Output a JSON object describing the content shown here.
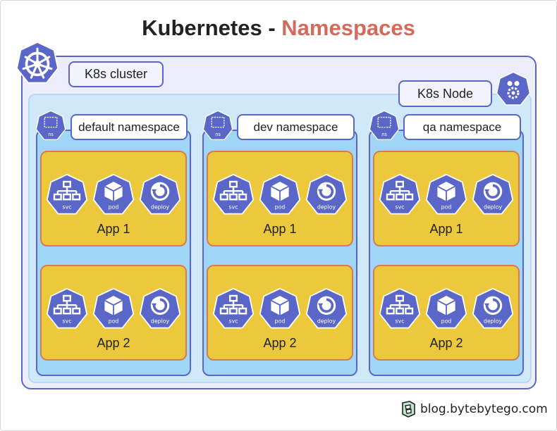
{
  "title": {
    "prefix": "Kubernetes -",
    "accent": "Namespaces"
  },
  "cluster": {
    "label": "K8s cluster",
    "icon": "helm-wheel-icon"
  },
  "node": {
    "label": "K8s Node",
    "icon": "node-gear-icon"
  },
  "namespaces": [
    {
      "label": "default namespace",
      "badge": "ns",
      "apps": [
        {
          "label": "App 1",
          "resources": [
            "svc",
            "pod",
            "deploy"
          ]
        },
        {
          "label": "App 2",
          "resources": [
            "svc",
            "pod",
            "deploy"
          ]
        }
      ]
    },
    {
      "label": "dev namespace",
      "badge": "ns",
      "apps": [
        {
          "label": "App 1",
          "resources": [
            "svc",
            "pod",
            "deploy"
          ]
        },
        {
          "label": "App 2",
          "resources": [
            "svc",
            "pod",
            "deploy"
          ]
        }
      ]
    },
    {
      "label": "qa namespace",
      "badge": "ns",
      "apps": [
        {
          "label": "App 1",
          "resources": [
            "svc",
            "pod",
            "deploy"
          ]
        },
        {
          "label": "App 2",
          "resources": [
            "svc",
            "pod",
            "deploy"
          ]
        }
      ]
    }
  ],
  "footer": {
    "text": "blog.bytebytego.com"
  },
  "colors": {
    "k8s_blue": "#5a67c9",
    "accent_red": "#d36a5a",
    "app_yellow": "#ecc93c",
    "ns_blue": "#9fd5f5",
    "node_blue": "#cfe9f8",
    "cluster_bg": "#eceefb"
  }
}
